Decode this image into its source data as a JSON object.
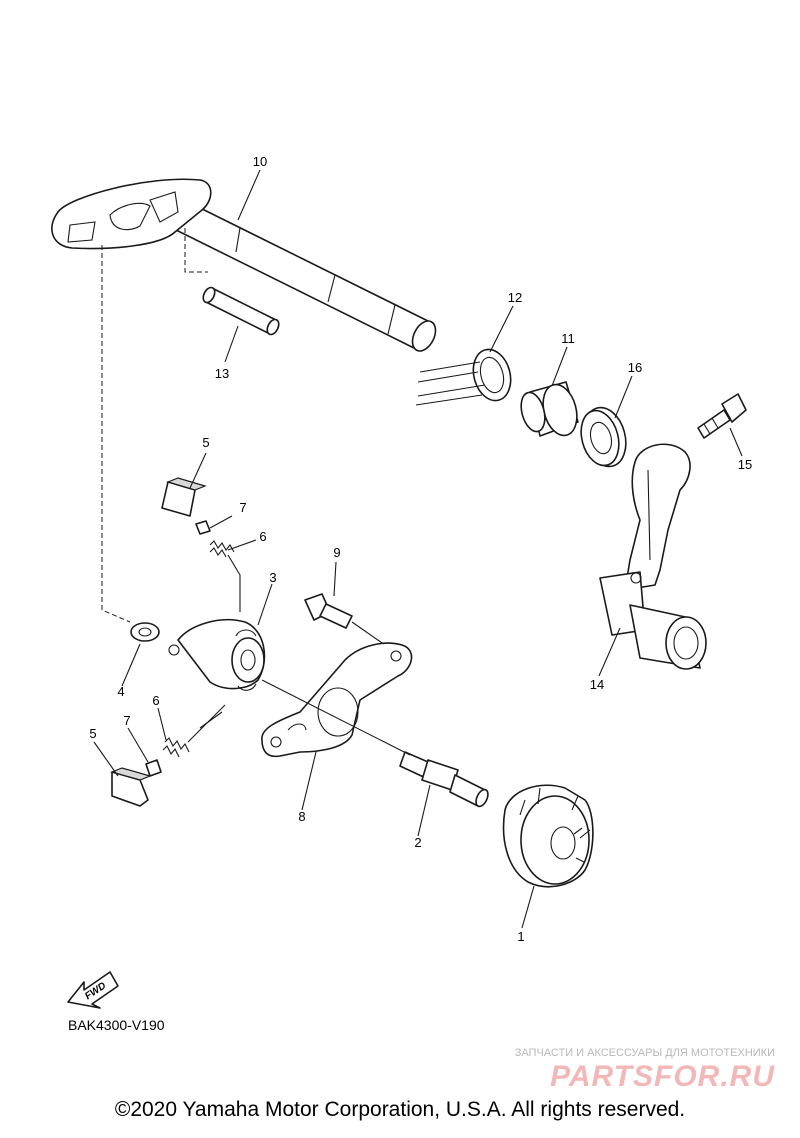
{
  "diagram": {
    "part_numbers": {
      "p1": "1",
      "p2": "2",
      "p3": "3",
      "p4": "4",
      "p5a": "5",
      "p5b": "5",
      "p6a": "6",
      "p6b": "6",
      "p7a": "7",
      "p7b": "7",
      "p8": "8",
      "p9": "9",
      "p10": "10",
      "p11": "11",
      "p12": "12",
      "p13": "13",
      "p14": "14",
      "p15": "15",
      "p16": "16"
    },
    "fwd_label": "FWD",
    "drawing_code": "BAK4300-V190"
  },
  "watermark": {
    "tagline": "ЗАПЧАСТИ И АКСЕССУАРЫ ДЛЯ МОТОТЕХНИКИ",
    "brand": "PARTSFOR.RU"
  },
  "footer": {
    "copyright": "©2020 Yamaha Motor Corporation, U.S.A. All rights reserved."
  }
}
